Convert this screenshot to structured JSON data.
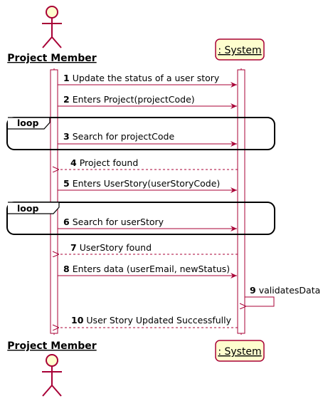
{
  "participants": {
    "actor": {
      "name": "Project Member",
      "icon": "stick-figure-icon"
    },
    "system": {
      "name": ": System"
    }
  },
  "loops": [
    {
      "label": "loop"
    },
    {
      "label": "loop"
    }
  ],
  "messages": [
    {
      "num": "1",
      "text": "Update the status of a user story",
      "kind": "sync",
      "dir": "right"
    },
    {
      "num": "2",
      "text": "Enters Project(projectCode)",
      "kind": "sync",
      "dir": "right"
    },
    {
      "num": "3",
      "text": "Search for projectCode",
      "kind": "sync",
      "dir": "right"
    },
    {
      "num": "4",
      "text": "Project found",
      "kind": "reply",
      "dir": "left"
    },
    {
      "num": "5",
      "text": "Enters UserStory(userStoryCode)",
      "kind": "sync",
      "dir": "right"
    },
    {
      "num": "6",
      "text": "Search for userStory",
      "kind": "sync",
      "dir": "right"
    },
    {
      "num": "7",
      "text": "UserStory found",
      "kind": "reply",
      "dir": "left"
    },
    {
      "num": "8",
      "text": "Enters data (userEmail, newStatus)",
      "kind": "sync",
      "dir": "right"
    },
    {
      "num": "9",
      "text": "validatesData",
      "kind": "self",
      "dir": "self"
    },
    {
      "num": "10",
      "text": "User Story Updated Successfully",
      "kind": "reply",
      "dir": "left"
    }
  ],
  "colors": {
    "arrow": "#a80036",
    "participant_fill": "#fefece",
    "participant_border": "#a80036",
    "lifeline": "#a80036",
    "frame": "#000000"
  }
}
